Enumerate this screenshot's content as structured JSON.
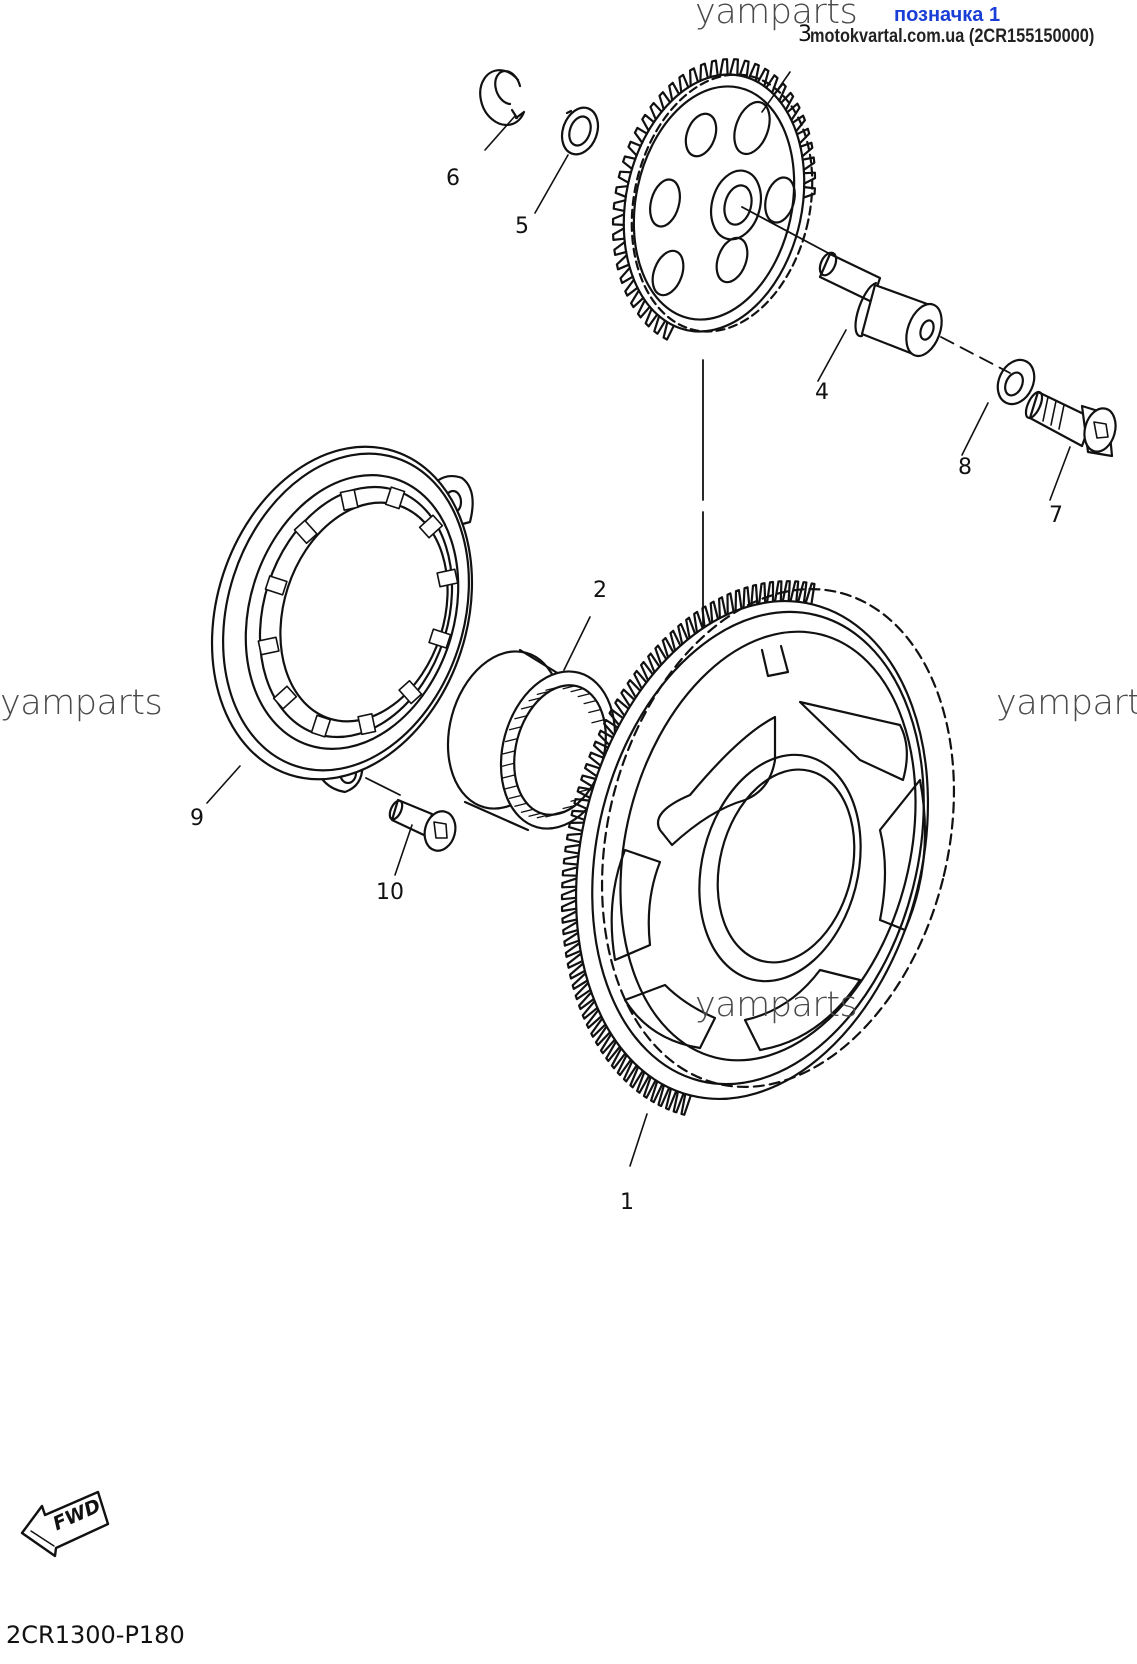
{
  "header": {
    "label_blue": "позначка 1",
    "source_line": "motokvartal.com.ua (2CR155150000)"
  },
  "watermarks": {
    "top": "yamparts",
    "left": "yamparts",
    "right": "yampart",
    "center": "yamparts"
  },
  "callouts": {
    "c1": "1",
    "c2": "2",
    "c3": "3",
    "c4": "4",
    "c5": "5",
    "c6": "6",
    "c7": "7",
    "c8": "8",
    "c9": "9",
    "c10": "10"
  },
  "fwd_badge": "FWD",
  "diagram_code": "2CR1300-P180"
}
